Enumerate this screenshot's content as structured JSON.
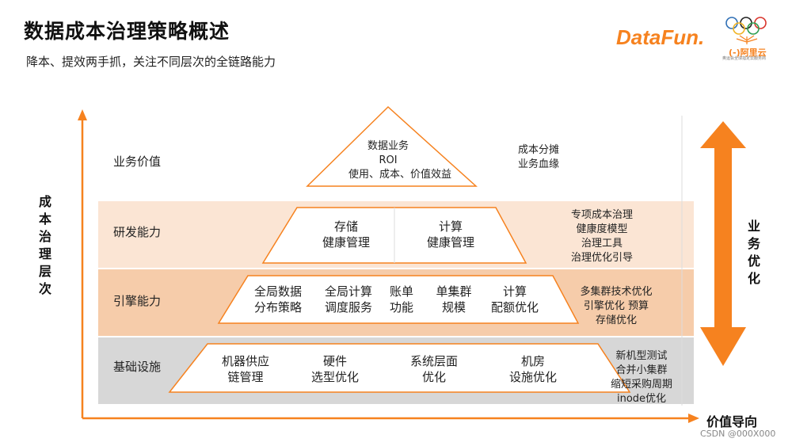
{
  "header": {
    "title": "数据成本治理策略概述",
    "subtitle": "降本、提效两手抓，关注不同层次的全链路能力"
  },
  "logos": {
    "datafun": "DataFun.",
    "aliyun": "(-)阿里云",
    "aliyun_sub": "奥运会全球指定云服务商"
  },
  "axes": {
    "y_label": "成本治理层次",
    "x_label": "价值导向",
    "right_label": "业务优化"
  },
  "rows": [
    {
      "label": "业务价值",
      "cells": [
        [
          "数据业务",
          "ROI",
          "使用、成本、价值效益"
        ]
      ],
      "side": [
        "成本分摊",
        "业务血缘"
      ]
    },
    {
      "label": "研发能力",
      "cells": [
        [
          "存储",
          "健康管理"
        ],
        [
          "计算",
          "健康管理"
        ]
      ],
      "side": [
        "专项成本治理",
        "健康度模型",
        "治理工具",
        "治理优化引导"
      ]
    },
    {
      "label": "引擎能力",
      "cells": [
        [
          "全局数据",
          "分布策略"
        ],
        [
          "全局计算",
          "调度服务"
        ],
        [
          "账单",
          "功能"
        ],
        [
          "单集群",
          "规模"
        ],
        [
          "计算",
          "配额优化"
        ]
      ],
      "side": [
        "多集群技术优化",
        "引擎优化 预算",
        "存储优化"
      ]
    },
    {
      "label": "基础设施",
      "cells": [
        [
          "机器供应",
          "链管理"
        ],
        [
          "硬件",
          "选型优化"
        ],
        [
          "系统层面",
          "优化"
        ],
        [
          "机房",
          "设施优化"
        ]
      ],
      "side": [
        "新机型测试",
        "合并小集群",
        "缩短采购周期",
        "inode优化"
      ]
    }
  ],
  "colors": {
    "accent": "#f6821f",
    "band_rnd": "#fbe5d4",
    "band_engine": "#f6ccaa",
    "band_infra": "#d7d7d7"
  },
  "watermark": "CSDN @000X000"
}
